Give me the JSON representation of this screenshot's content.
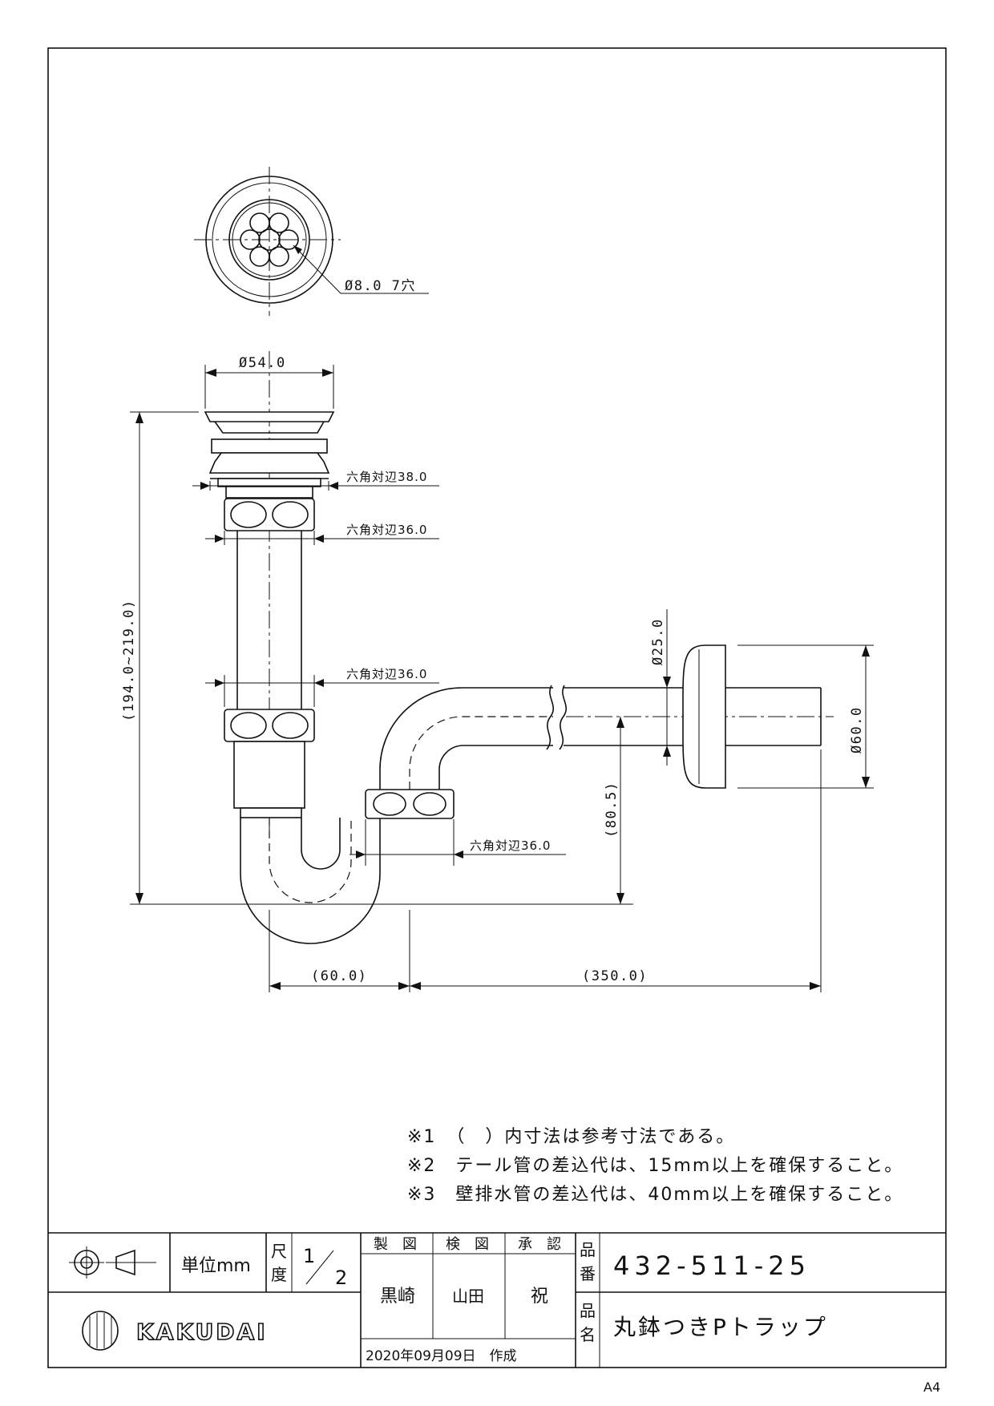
{
  "top_view": {
    "hole_label": "Ø8.0 7穴"
  },
  "dimensions": {
    "top_diameter": "Ø54.0",
    "hex1": "六角対辺38.0",
    "hex2": "六角対辺36.0",
    "hex3": "六角対辺36.0",
    "hex4": "六角対辺36.0",
    "height": "(194.0~219.0)",
    "pipe_diameter": "Ø25.0",
    "flange_diameter": "Ø60.0",
    "drop": "(80.5)",
    "offset": "(60.0)",
    "length": "(350.0)"
  },
  "notes": [
    "※1　（　）内寸法は参考寸法である。",
    "※2　テール管の差込代は、15mm以上を確保すること。",
    "※3　壁排水管の差込代は、40mm以上を確保すること。"
  ],
  "title_block": {
    "unit": "単位mm",
    "scale_label_1": "尺",
    "scale_label_2": "度",
    "scale_num": "1",
    "scale_den": "2",
    "drawn_header": "製　図",
    "checked_header": "検　図",
    "approved_header": "承　認",
    "drawn_by": "黒崎",
    "checked_by": "山田",
    "approved_by": "祝",
    "date": "2020年09月09日　作成",
    "part_no_label_1": "品",
    "part_no_label_2": "番",
    "part_no": "432-511-25",
    "part_name_label_1": "品",
    "part_name_label_2": "名",
    "part_name": "丸鉢つきPトラップ",
    "company": "KAKUDAI"
  },
  "paper_size": "A4"
}
